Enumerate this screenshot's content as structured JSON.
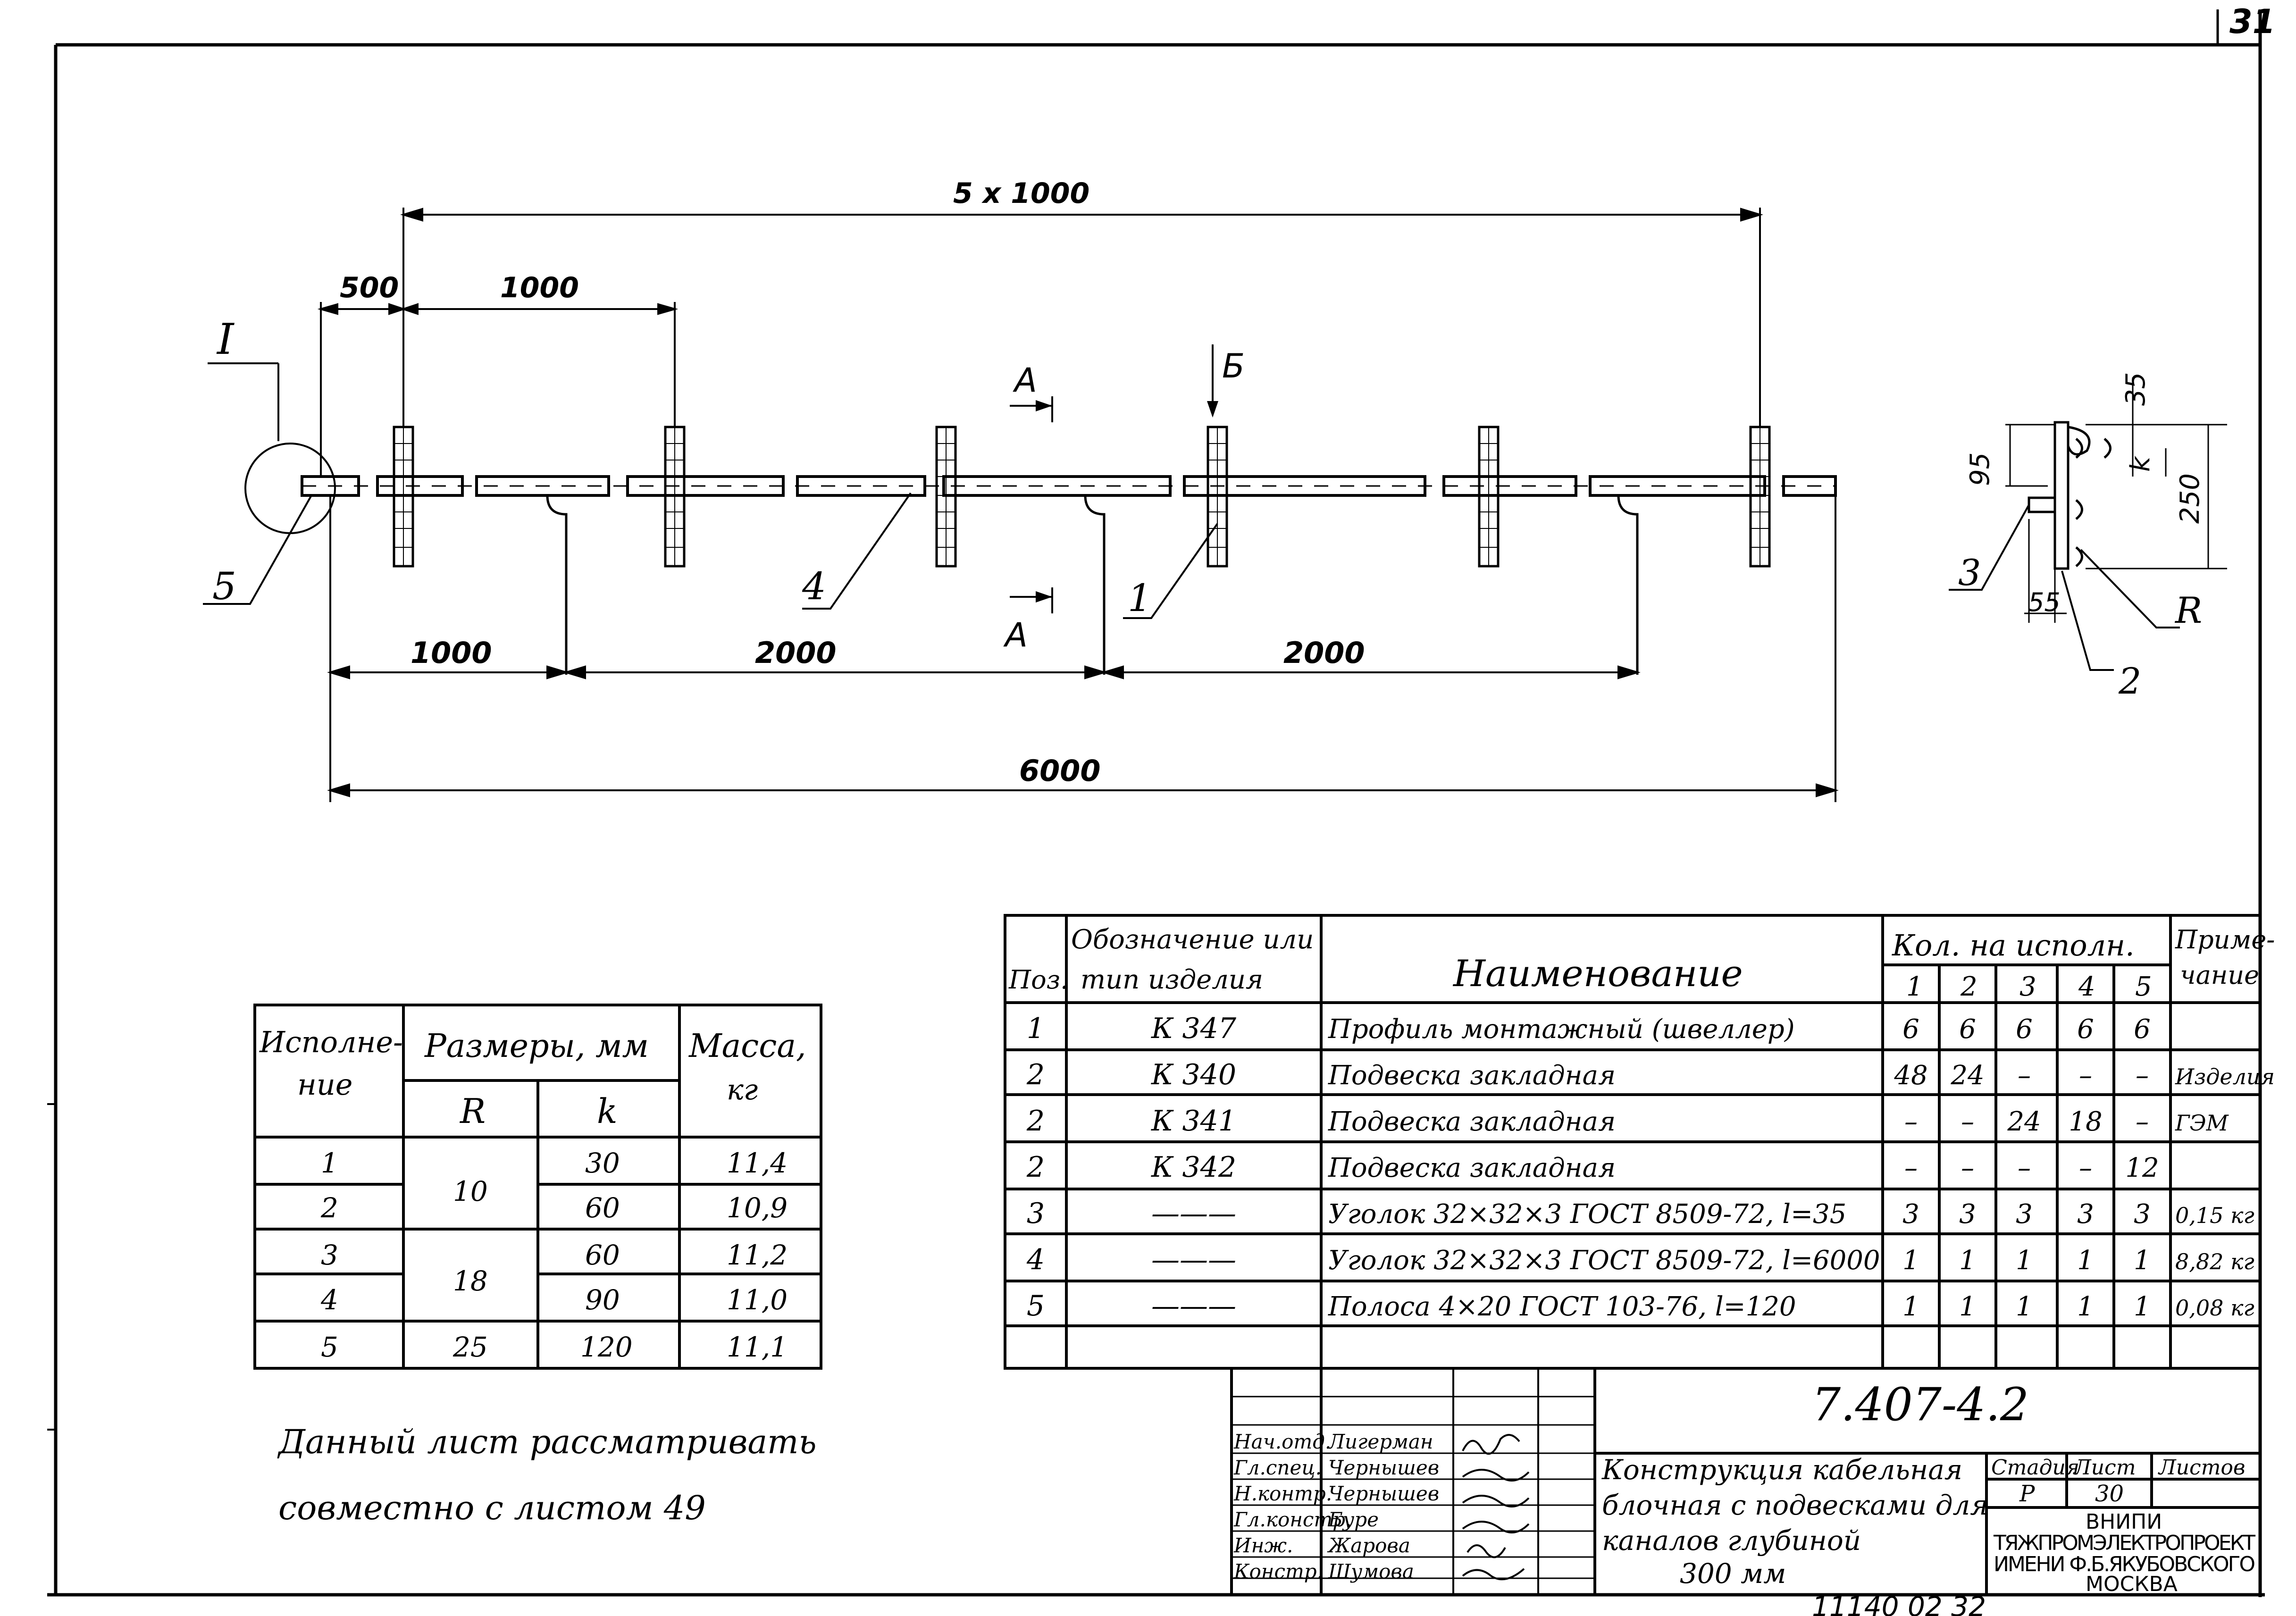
{
  "sheet_number": "31",
  "bottom_number": "11140 02 32",
  "drawing": {
    "dims": {
      "top_overall": "5 x 1000",
      "first_offset": "500",
      "pitch": "1000",
      "bottom_1": "1000",
      "bottom_2": "2000",
      "bottom_3": "2000",
      "overall": "6000"
    },
    "callouts": {
      "detail": "I",
      "pos5": "5",
      "pos4": "4",
      "pos1": "1",
      "section_a_top": "A",
      "section_a_bottom": "A",
      "view_b": "Б"
    },
    "section": {
      "d35": "35",
      "d95": "95",
      "dk": "k",
      "d250": "250",
      "d55": "55",
      "pos3": "3",
      "pos2": "2",
      "r": "R"
    }
  },
  "size_table": {
    "headers": {
      "variant": [
        "Исполне-",
        "ние"
      ],
      "sizes": "Размеры, мм",
      "r": "R",
      "k": "k",
      "mass": [
        "Масса,",
        "кг"
      ]
    },
    "rows": [
      {
        "variant": "1",
        "r": "10",
        "k": "30",
        "mass": "11,4"
      },
      {
        "variant": "2",
        "r": "",
        "k": "60",
        "mass": "10,9"
      },
      {
        "variant": "3",
        "r": "18",
        "k": "60",
        "mass": "11,2"
      },
      {
        "variant": "4",
        "r": "",
        "k": "90",
        "mass": "11,0"
      },
      {
        "variant": "5",
        "r": "25",
        "k": "120",
        "mass": "11,1"
      }
    ]
  },
  "note": [
    "Данный лист рассматривать",
    "совместно с листом 49"
  ],
  "spec_table": {
    "headers": {
      "pos": "Поз.",
      "designation": [
        "Обозначение или",
        "тип изделия"
      ],
      "name": "Наименование",
      "qty": "Кол. на исполн.",
      "qty_cols": [
        "1",
        "2",
        "3",
        "4",
        "5"
      ],
      "note": [
        "Приме-",
        "чание"
      ]
    },
    "rows": [
      {
        "pos": "1",
        "des": "К 347",
        "name": "Профиль монтажный (швеллер)",
        "q": [
          "6",
          "6",
          "6",
          "6",
          "6"
        ],
        "note": ""
      },
      {
        "pos": "2",
        "des": "К 340",
        "name": "Подвеска закладная",
        "q": [
          "48",
          "24",
          "–",
          "–",
          "–"
        ],
        "note": "Изделия"
      },
      {
        "pos": "2",
        "des": "К 341",
        "name": "Подвеска закладная",
        "q": [
          "–",
          "–",
          "24",
          "18",
          "–"
        ],
        "note": "ГЭМ"
      },
      {
        "pos": "2",
        "des": "К 342",
        "name": "Подвеска закладная",
        "q": [
          "–",
          "–",
          "–",
          "–",
          "12"
        ],
        "note": ""
      },
      {
        "pos": "3",
        "des": "———",
        "name": "Уголок 32×32×3 ГОСТ 8509-72, l=35",
        "q": [
          "3",
          "3",
          "3",
          "3",
          "3"
        ],
        "note": "0,15 кг"
      },
      {
        "pos": "4",
        "des": "———",
        "name": "Уголок 32×32×3 ГОСТ 8509-72, l=6000",
        "q": [
          "1",
          "1",
          "1",
          "1",
          "1"
        ],
        "note": "8,82 кг"
      },
      {
        "pos": "5",
        "des": "———",
        "name": "Полоса 4×20 ГОСТ 103-76, l=120",
        "q": [
          "1",
          "1",
          "1",
          "1",
          "1"
        ],
        "note": "0,08 кг"
      }
    ]
  },
  "title_block": {
    "doc_code": "7.407-4.2",
    "signers": [
      {
        "role": "Нач.отд.",
        "name": "Лигерман"
      },
      {
        "role": "Гл.спец.",
        "name": "Чернышев"
      },
      {
        "role": "Н.контр.",
        "name": "Чернышев"
      },
      {
        "role": "Гл.констр.",
        "name": "Буре"
      },
      {
        "role": "Инж.",
        "name": "Жарова"
      },
      {
        "role": "Констр.",
        "name": "Шумова"
      }
    ],
    "title": [
      "Конструкция кабельная",
      "блочная с подвесками для",
      "каналов глубиной",
      "300 мм"
    ],
    "stage_label": "Стадия",
    "sheet_label": "Лист",
    "sheets_label": "Листов",
    "stage": "Р",
    "sheet": "30",
    "sheets": "",
    "org": [
      "ВНИПИ",
      "ТЯЖПРОМЭЛЕКТРОПРОЕКТ",
      "ИМЕНИ Ф.Б.ЯКУБОВСКОГО",
      "МОСКВА"
    ]
  }
}
